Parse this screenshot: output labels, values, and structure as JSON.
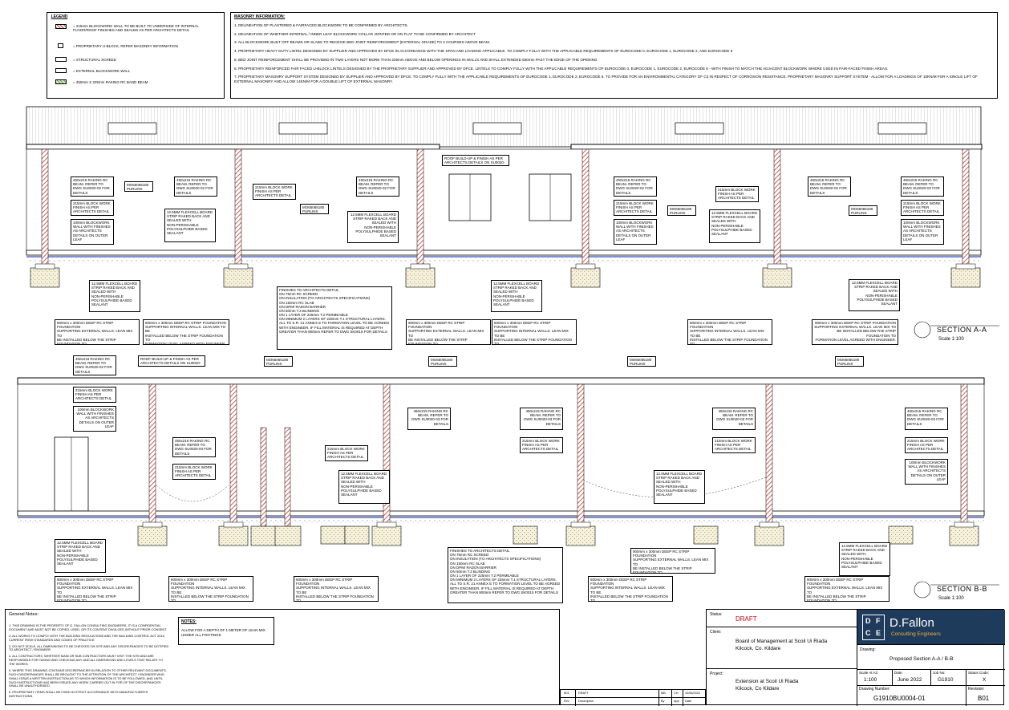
{
  "legend": {
    "title": "LEGEND",
    "items": [
      {
        "text": "= 215mm BLOCKWORK WALL TO BE BUILT TO UNDERSIDE OF INTERNAL FLOOR/ROOF FINISHES AND SEALED AS PER ARCHITECTS DETAIL",
        "swatch": "hatch-red"
      },
      {
        "text": "= PROPRIETARY U-BLOCK, REFER MASONRY INFORMATION",
        "swatch": "ublock"
      },
      {
        "text": "= STRUCTURAL SCREED",
        "swatch": "plain"
      },
      {
        "text": "= EXTERNAL BLOCKWORK WALL",
        "swatch": "plain"
      },
      {
        "text": "= 450mm X 225mm RAKING RC BAND BEAM",
        "swatch": "green"
      }
    ]
  },
  "masonry": {
    "title": "MASONRY INFORMATION:",
    "items": [
      "1.   DELINEATION OF PLASTERED & FAIRFACED BLOCKWORK TO BE CONFIRMED BY ARCHITECTS.",
      "2.   DELINEATION OF WHETHER INTERNAL / INNER LEAF BLOCKWORK COLLAR JOINTED OR ON FLAT TO BE CONFIRMED BY ARCHITECT",
      "3.   ALL BLOCKWORK BUILT OFF BEAMS OR SLABS TO RECEIVE BED JOINT REINFORCEMENT (EXTERNAL GRADE) TO 3 COURSES ABOVE BEAM.",
      "4.   PROPRIETARY HEAVY DUTY LINTEL DESIGNED BY SUPPLIER AND APPROVED BY DFCE IN ACCORDANCE WITH THE SPAN AND LOADING APPLICABLE. TO COMPLY FULLY WITH THE APPLICABLE REQUIREMENTS OF EUROCODE 0, EUROCODE 1, EUROCODE 2, AND EUROCODE 6",
      "5.   BED JOINT REINFORCEMENT SHALL BE PROVIDED IN TWO LAYERS NOT MORE THAN 225mm ABOVE AND BELOW OPENINGS IN WALLS AND SHALL EXTENDED 600mm PAST THE EDGE OF THE OPENING",
      "6.   PROPRIETARY REINFORCED FAIR FACED U-BLOCK LINTELS DESIGNED BY THE PROPRIETARY SUPPLIER AND APPROVED BY DFCE. LINTELS TO COMPLY FULLY WITH THE APPLICABLE REQUIREMENTS OF EUROCODE 0, EUROCODE 1, EUROCODE 2, EUROCODE 6 - WITH FINISH TO MATCH THE ADJACENT BLOCKWORK WHERE USED IN FAIR-FACED FINISH AREAS.",
      "7.   PROPRIETARY MASONRY SUPPORT SYSTEM DESIGNED BY SUPPLIER AND APPROVED BY DFCE.  TO COMPLY FULLY WITH THE APPLICABLE REQUIREMENTS OF EUROCODE 1, EUROCODE 2, EUROCODE 6. TO PROVIDE FOR AN ENVIRONMENTAL CATEGORY OF C3 IN RESPECT OF CORROSION RESISTANCE. PROPRIETARY MASONRY SUPPORT SYSTEM - ALLOW FOR A LOADINGS OF 10KN/M FOR A SINGLE LIFT OF EXTERNAL MASONRY AND ALLOW 14KN/M FOR A DOUBLE LIFT OF EXTERNAL MASONRY."
    ]
  },
  "annotations": {
    "beam_rc": "450x215 RAKING RC\nBEAM. REFER TO\nDWG SU0020-02 FOR\nDETAILS",
    "beam_rc_b": "450x215 RAKING RC\nBEAM. REFER TO\nDWG SU0020-03 FOR\nDETAILS",
    "block_215": "215mm BLOCK WORK\nFINISH AS PER\nARCHITECTS DETAIL",
    "block_100": "100mm BLOCKWORK\nWALL WITH FINISHES\nAS ARCHITECTS\nDETAILS ON OUTER\nLEAF",
    "purlins": "MO65065180\nPURLINS",
    "flexcell": "12.5MM FLEXCELL BOARD\nSTRIP RAKED BACK AND\nSEALED WITH\nNON-PERISHABLE\nPOLYSULPHIDE BASED\nSEALANT",
    "roof_buildup": "ROOF BUILD-UP & FINISH AS PER\nARCHITECTS DETAILS ON SU0020-03",
    "strip_ext": "900mm x 300mm DEEP RC STRIP FOUNDATION\nSUPPORTING EXTERNAL WALLS. LEAN MIX TO\nBE INSTALLED BELOW THE STRIP FOUNDATION TO\nFORMATION LEVEL AGREED WITH ENGINEER.",
    "strip_int": "600mm x 300mm DEEP RC STRIP FOUNDATION\nSUPPORTING INTERNAL WALLS. LEAN MIX TO BE\nINSTALLED BELOW THE STRIP FOUNDATION TO\nFORMATION LEVEL AGREED WITH ENGINEER.",
    "finishes": "FINISHES TO ARCHITECTS DETAIL\nON 75mm RC SCREED\nON INSULATION (TO ARCHITECTS SPECIFICATIONS)\nON 150mm RC SLAB\nON DPM/ RADON BARRIER\nON 50mm T.3 BLINDING\nON 1 LAYER OF 225mm T.2 PERMEABLE\nON MINIMUM 2 LAYERS OF 225mm T.1 STRUCTURAL LAYERS.\nALL TO S.R. 21 ANNEX E TO FORMATION LEVEL TO BE AGREED\nWITH ENGINEER. IF FILL MATERIAL IS REQUIRED AT DEPTH\nGREATER THAN 900mm REFER TO DWG SK0015 FOR DETAILS"
  },
  "sections": [
    {
      "title": "SECTION A-A",
      "scale": "Scale 1:100"
    },
    {
      "title": "SECTION B-B",
      "scale": "Scale 1:100"
    }
  ],
  "general_notes": {
    "title": "General Notes:",
    "items": [
      "1. THIS DRAWING IS THE PROPERTY OF D. FALLON CONSULTING ENGINEERS. IT IS A CONFIDENTIAL DOCUMENT AND MUST NOT BE COPIED, USED, OR ITS CONTENT DIVULGED WITHOUT PRIOR CONSENT.",
      "2. ALL WORKS TO COMPLY WITH THE BUILDING REGULATIONS AND THE BUILDING CONTROL ACT 2014, CURRENT IRISH STANDARDS AND CODES OF PRACTICE.",
      "3. DO NOT SCALE, ALL DIMENSIONS TO BE CHECKED ON SITE AND ANY DISCREPANCIES TO BE NOTIFIED TO ARCHITECT / ENGINEER.",
      "4. ALL CONTRACTORS, WHETHER MAIN OR SUB CONTRACTORS MUST VISIT THE SITE AND ARE RESPONSIBLE FOR TAKING AND CHECKING ANY AND ALL DIMENSIONS AND LEVELS THAT RELATE TO THE WORKS.",
      "5. WHERE THIS DRAWING CONTAINS DISCREPANCIES IN RELATION TO OTHER RELEVANT DOCUMENTS, SUCH DISCREPANCIES SHALL BE BROUGHT TO THE ATTENTION OF THE ARCHITECT / ENGINEER WHO SHALL ISSUE A WRITTEN INSTRUCTION AS TO WHICH INFORMATION IS TO BE FOLLOWED, AND UNTIL SUCH INSTRUCTIONS HAS BEEN ISSUED ANY WORK CARRIED OUT IN FOR OF THE DISCREPANCIES SHALL BE UNAUTHORISED.",
      "6. PROPRIETARY ITEMS SHALL BE FIXED IN STRICT ACCORDANCE WITH MANUFACTURER'S INSTRUCTIONS."
    ]
  },
  "notes_box": {
    "title": "NOTES:",
    "text": "ALLOW FOR A DEPTH OF 1 METER OF LEAN MIX\nUNDER ALL FOOTINGS"
  },
  "revisions": {
    "row": {
      "rev": "B01",
      "desc": "DRAFT",
      "by": "MB",
      "app": "CH",
      "date": "10/06/2022"
    },
    "headers": {
      "rev": "Rev",
      "desc": "Description",
      "by": "By",
      "app": "App",
      "date": "Date"
    }
  },
  "title_block": {
    "status_label": "Status:",
    "status_value": "DRAFT",
    "client_label": "Client:",
    "client_value": "Board of Management at Scoil Ui Riada\nKilcock, Co. Kildare",
    "project_label": "Project:",
    "project_value": "Extension at Scoil Ui Riada\nKilcock, Co Kildare",
    "drawing_label": "Drawing:",
    "drawing_value": "Proposed Section A-A / B-B",
    "scale_label": "Scale At A3",
    "scale_value": "1:100",
    "date_label": "Date:",
    "date_value": "June 2022",
    "job_label": "Job No:",
    "job_value": "G1910",
    "status_code_label": "Status Code:",
    "status_code_value": "X",
    "drawing_number_label": "Drawing Number:",
    "drawing_number_value": "G1910BU0004-01",
    "revision_label": "Revision:",
    "revision_value": "B01",
    "company_name": "D.Fallon",
    "company_sub": "Consulting Engineers",
    "logo_letters": [
      "D",
      "F",
      "C",
      "E"
    ]
  },
  "colors": {
    "hatch": "#c0392b",
    "green_beam": "#6aa84f",
    "logo_bg": "#1f3b5c",
    "draft_red": "#d0021b",
    "slab_blue": "#3b4fbf"
  }
}
